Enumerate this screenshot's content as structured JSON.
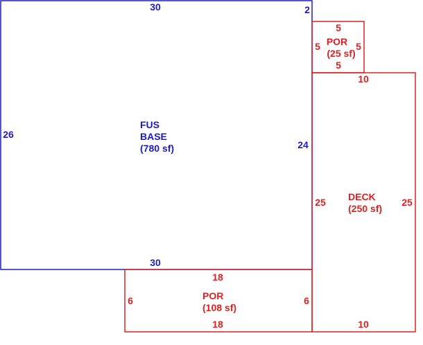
{
  "colors": {
    "base": "#1a1acc",
    "addition": "#e02020"
  },
  "base": {
    "name_line1": "FUS",
    "name_line2": "BASE",
    "area": "(780 sf)",
    "dim_top": "30",
    "dim_bottom": "30",
    "dim_left": "26",
    "dim_right_upper": "2",
    "dim_right_lower": "24"
  },
  "porch_small": {
    "name": "POR",
    "area": "(25 sf)",
    "dim_top": "5",
    "dim_bottom": "5",
    "dim_left": "5",
    "dim_right": "5"
  },
  "deck": {
    "name": "DECK",
    "area": "(250 sf)",
    "dim_top": "10",
    "dim_bottom": "10",
    "dim_left": "25",
    "dim_right": "25"
  },
  "porch_large": {
    "name": "POR",
    "area": "(108 sf)",
    "dim_top": "18",
    "dim_bottom": "18",
    "dim_left": "6",
    "dim_right": "6"
  }
}
